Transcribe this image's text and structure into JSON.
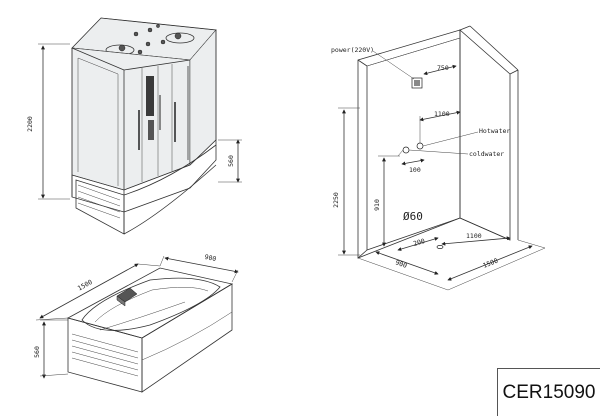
{
  "cabin_dims": {
    "height": "2200",
    "tray_height": "560"
  },
  "tub_dims": {
    "length": "1500",
    "width": "900",
    "height": "560"
  },
  "room_dims": {
    "power_label": "power(220V)",
    "power_offset": "750",
    "mixer_offset": "1100",
    "hot_label": "Hotwater",
    "cold_label": "coldwater",
    "pipe_spacing": "100",
    "height": "2250",
    "pipe_height": "910",
    "drain": "Ø60",
    "drain_offset": "200",
    "floor_inner": "1100",
    "floor_depth": "900",
    "floor_width": "1500"
  },
  "model": "CER15090"
}
